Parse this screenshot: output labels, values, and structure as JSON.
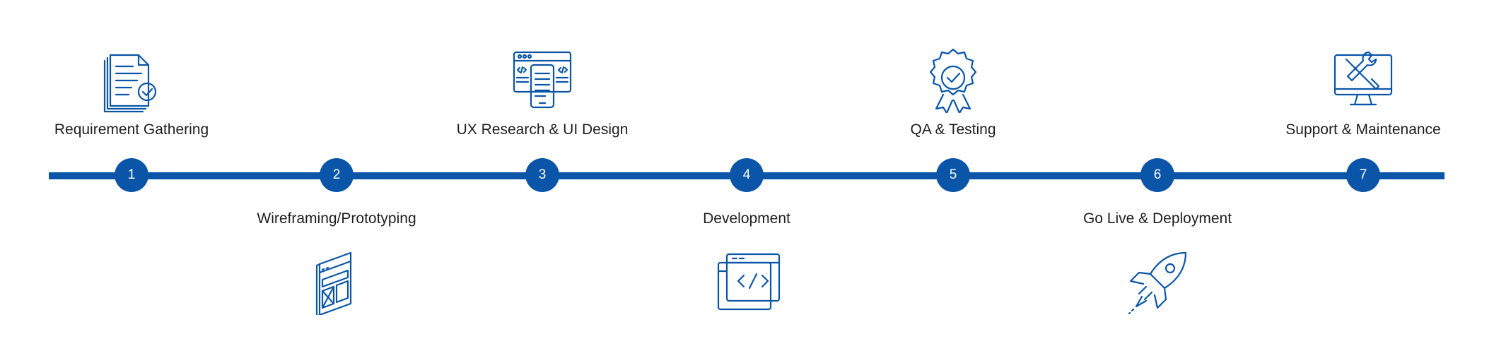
{
  "colors": {
    "accent": "#0a55a8",
    "text": "#1f1f1f",
    "background": "#ffffff"
  },
  "steps": [
    {
      "number": "1",
      "label": "Requirement Gathering",
      "icon": "document-check-icon"
    },
    {
      "number": "2",
      "label": "Wireframing/Prototyping",
      "icon": "wireframe-icon"
    },
    {
      "number": "3",
      "label": "UX Research & UI Design",
      "icon": "ui-design-icon"
    },
    {
      "number": "4",
      "label": "Development",
      "icon": "code-window-icon"
    },
    {
      "number": "5",
      "label": "QA & Testing",
      "icon": "quality-badge-icon"
    },
    {
      "number": "6",
      "label": "Go Live & Deployment",
      "icon": "rocket-icon"
    },
    {
      "number": "7",
      "label": "Support & Maintenance",
      "icon": "monitor-tools-icon"
    }
  ]
}
